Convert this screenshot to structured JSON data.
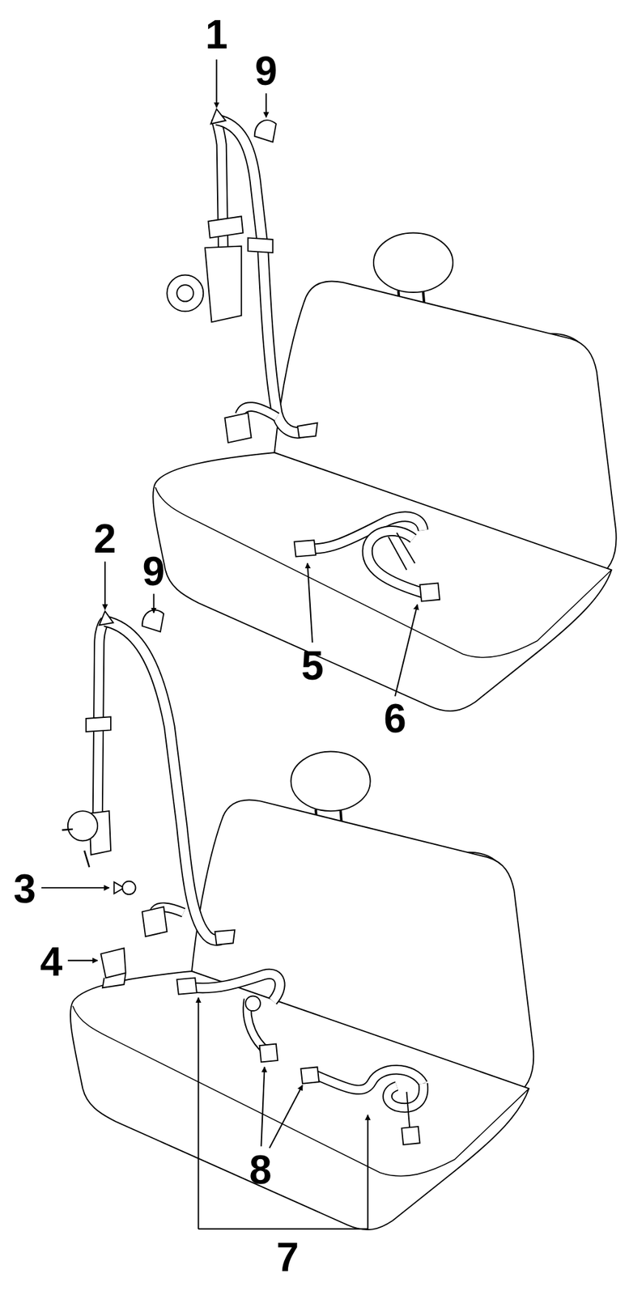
{
  "diagram": {
    "labels": [
      "1",
      "9",
      "2",
      "9",
      "3",
      "4",
      "5",
      "6",
      "8",
      "7"
    ]
  }
}
